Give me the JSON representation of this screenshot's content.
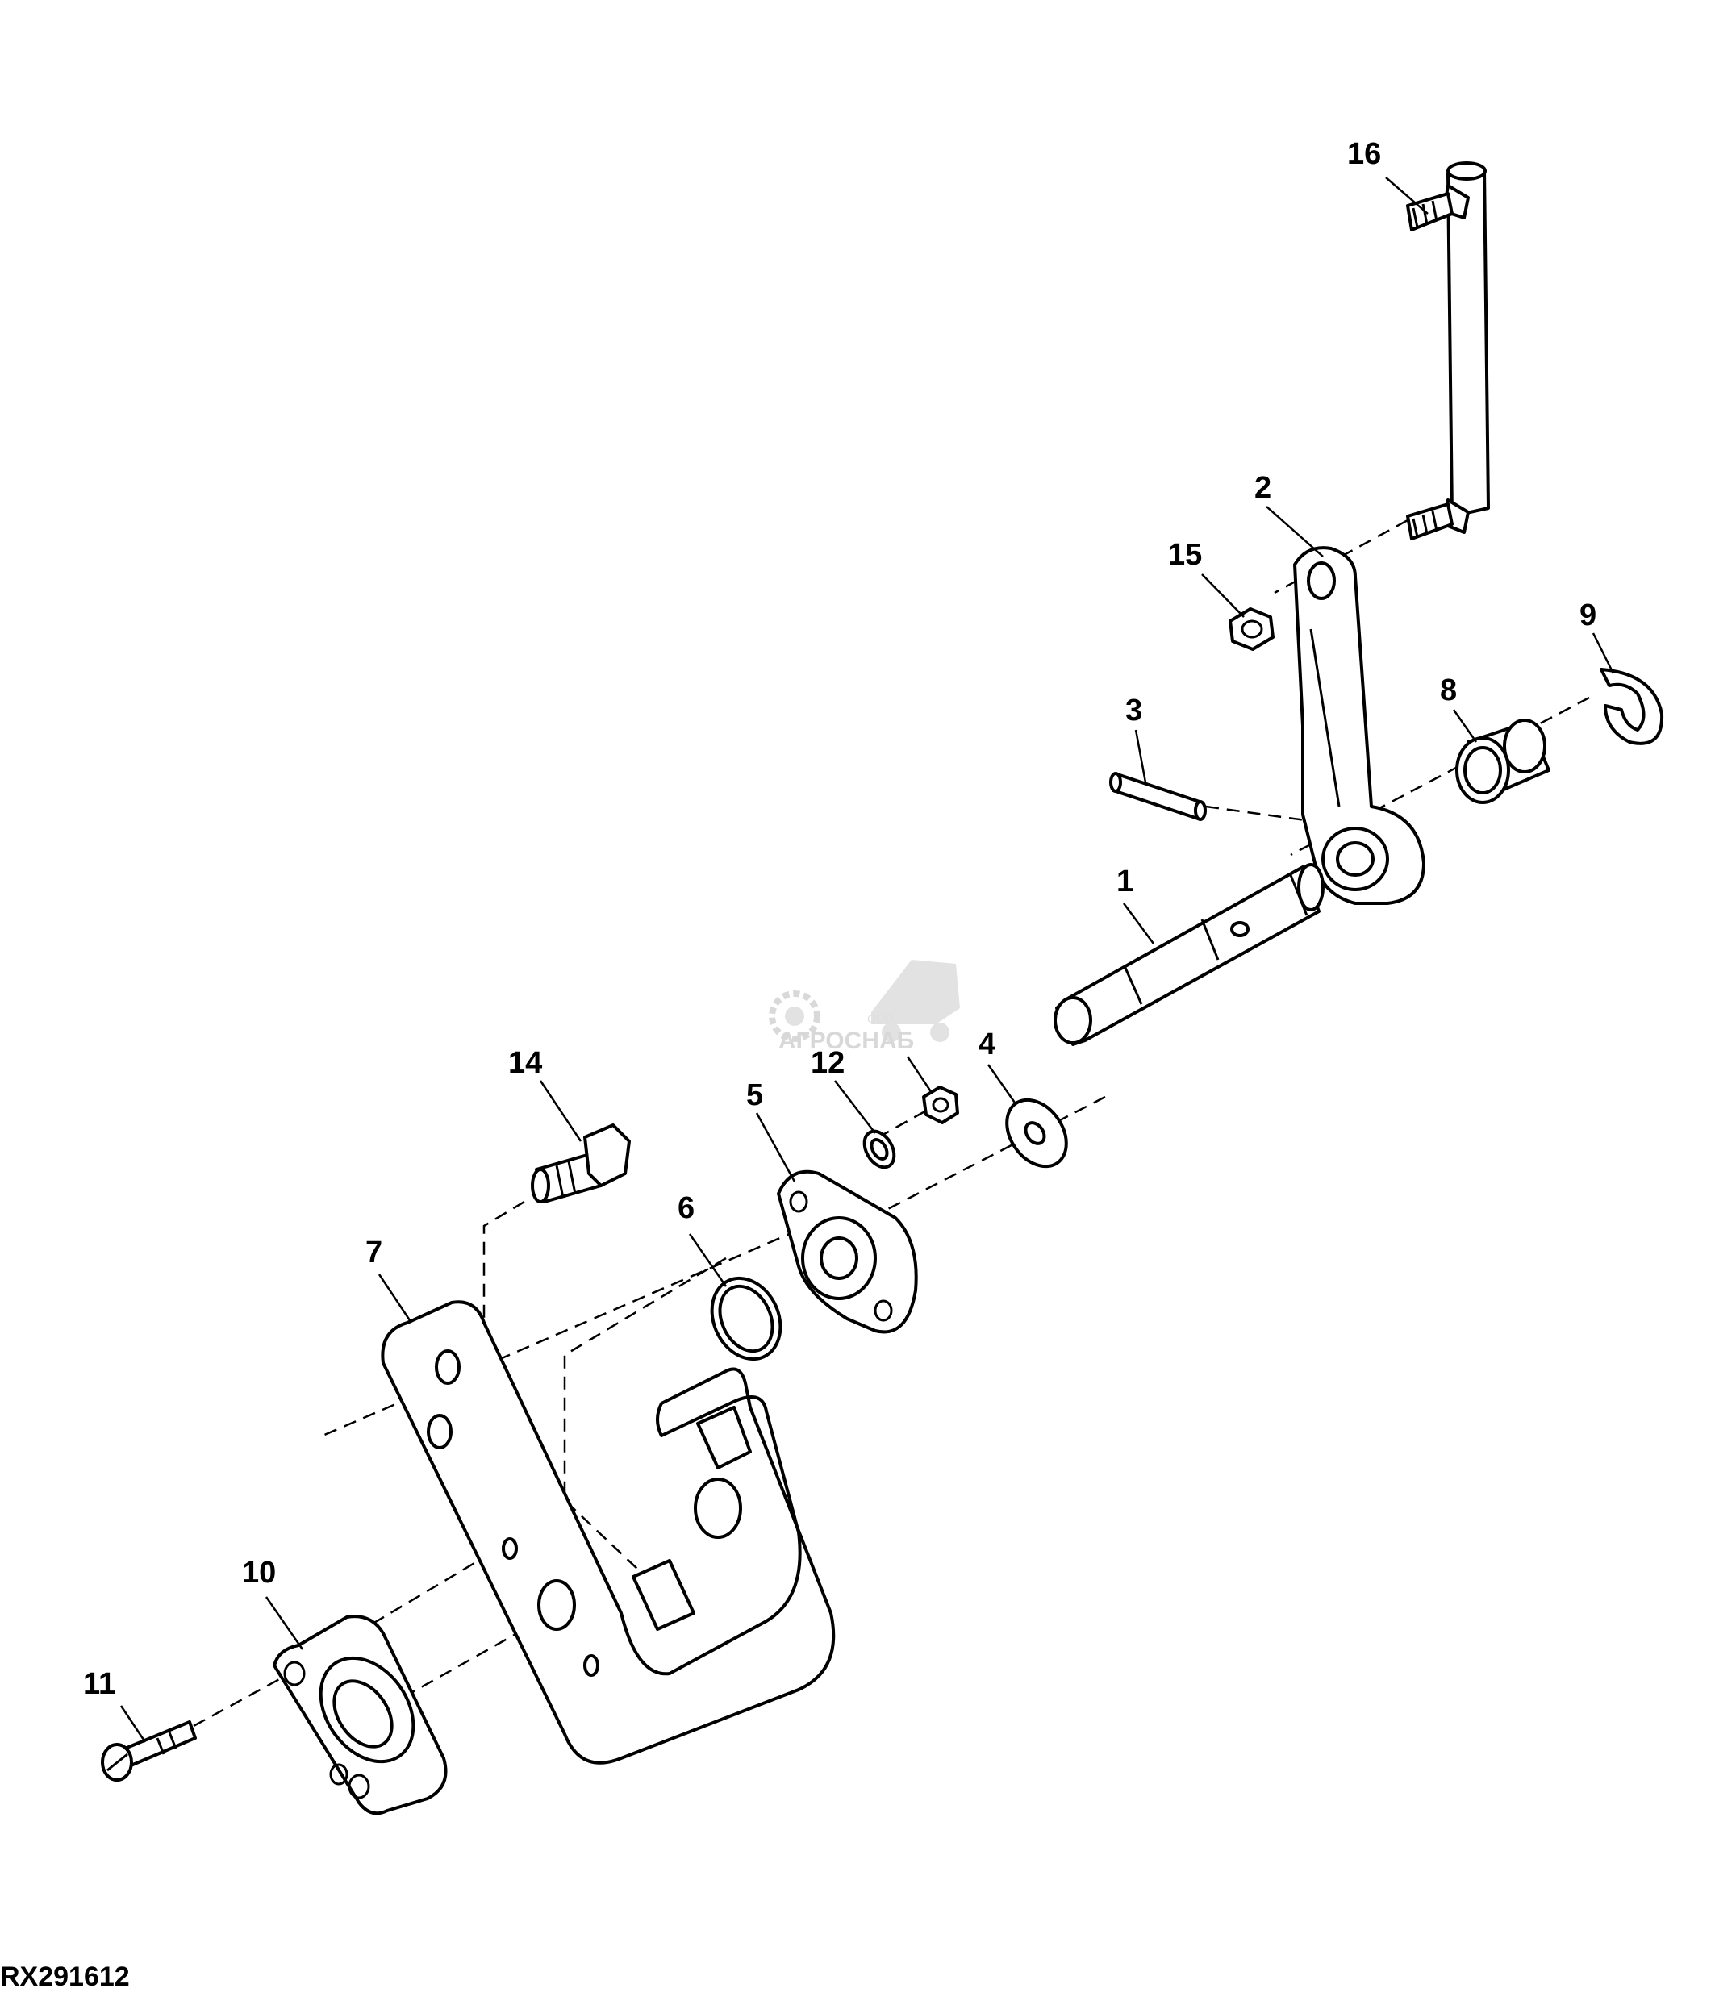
{
  "figure_id": "RX291612",
  "watermark": {
    "brand": "АГРОСНАБ",
    "prefix": "ООО"
  },
  "callouts": [
    "1",
    "2",
    "3",
    "4",
    "5",
    "6",
    "7",
    "8",
    "9",
    "10",
    "11",
    "12",
    "14",
    "15",
    "16"
  ],
  "icons": {
    "watermark_logo": "gear-combine-logo"
  }
}
